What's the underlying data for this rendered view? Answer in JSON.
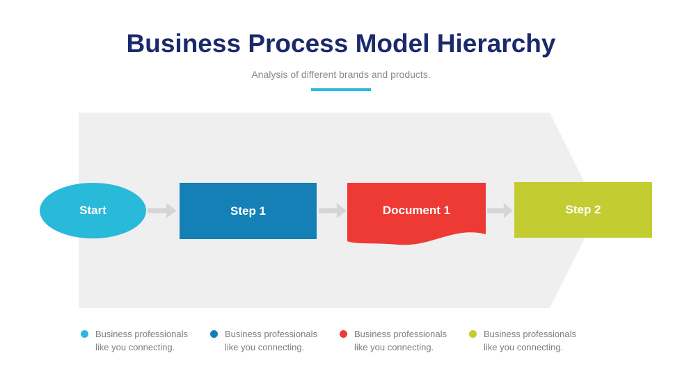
{
  "header": {
    "title": "Business Process Model Hierarchy",
    "subtitle": "Analysis of different brands and products.",
    "title_color": "#1a2a6b",
    "underline_color": "#29b8d8"
  },
  "flow": {
    "background_arrow_color": "#efefef",
    "connector_color": "#d5d5d5",
    "label_text_color": "#ffffff",
    "nodes": [
      {
        "label": "Start",
        "shape": "ellipse",
        "color": "#29b9d9"
      },
      {
        "label": "Step 1",
        "shape": "rectangle",
        "color": "#1480b5"
      },
      {
        "label": "Document 1",
        "shape": "document",
        "color": "#ee3a34"
      },
      {
        "label": "Step 2",
        "shape": "rectangle",
        "color": "#c3cc31"
      }
    ]
  },
  "legend": {
    "text_color": "#7c7c7c",
    "items": [
      {
        "color": "#29b9d9",
        "text": "Business professionals like you connecting."
      },
      {
        "color": "#1480b5",
        "text": "Business professionals like you connecting."
      },
      {
        "color": "#ee3a34",
        "text": "Business professionals like you connecting."
      },
      {
        "color": "#c3cc31",
        "text": "Business professionals like you connecting."
      }
    ]
  }
}
